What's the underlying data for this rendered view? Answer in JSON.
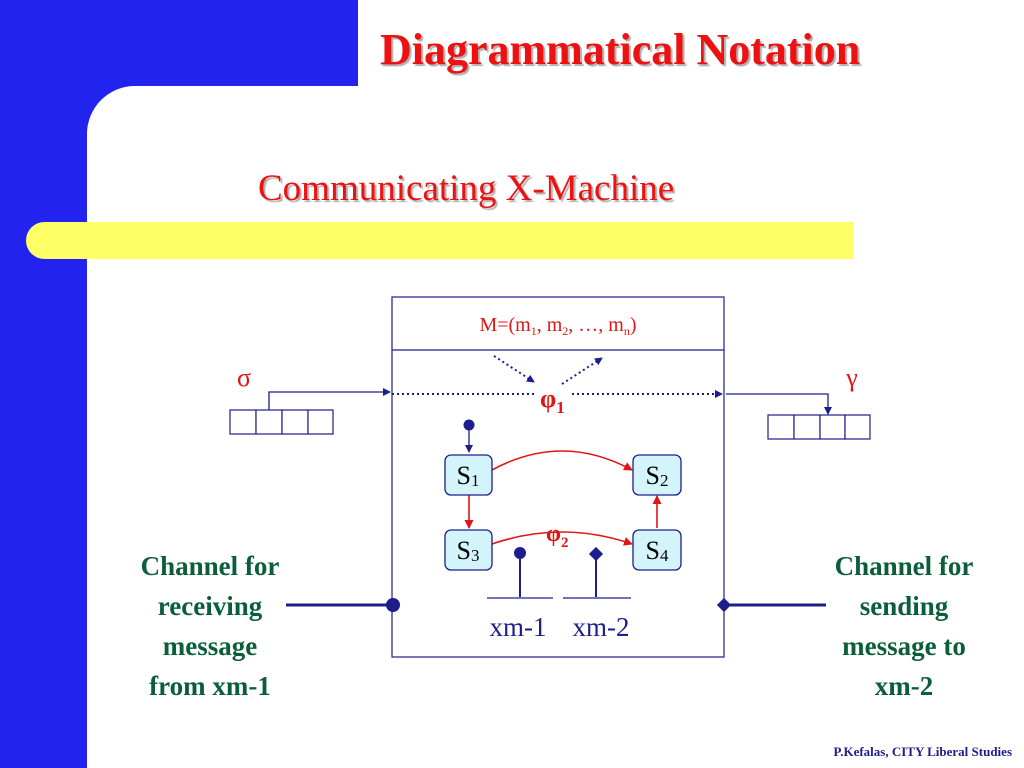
{
  "slide": {
    "title": "Diagrammatical Notation",
    "subtitle": "Communicating X-Machine",
    "footer": "P.Kefalas, CITY Liberal Studies"
  },
  "diagram": {
    "memory": {
      "prefix": "M=(m",
      "sub1": "1",
      "sep1": ", m",
      "sub2": "2",
      "sep2": ", …, m",
      "subn": "n",
      "suffix": ")"
    },
    "input_stream_symbol": "σ",
    "output_stream_symbol": "γ",
    "phi1": {
      "base": "φ",
      "sub": "1"
    },
    "phi2": {
      "base": "φ",
      "sub": "2"
    },
    "states": [
      {
        "base": "S",
        "sub": "1"
      },
      {
        "base": "S",
        "sub": "2"
      },
      {
        "base": "S",
        "sub": "3"
      },
      {
        "base": "S",
        "sub": "4"
      }
    ],
    "port_in_label": "xm-1",
    "port_out_label": "xm-2",
    "left_annotation": [
      "Channel for",
      "receiving",
      "message",
      "from xm-1"
    ],
    "right_annotation": [
      "Channel for",
      "sending",
      "message to",
      "xm-2"
    ]
  },
  "colors": {
    "background_blue": "#2323f0",
    "title_red": "#ee1111",
    "band_yellow": "#ffff66",
    "annotation_green": "#0b5e3a",
    "state_fill": "#d4f4fb",
    "line_navy": "#1d1d8c"
  }
}
